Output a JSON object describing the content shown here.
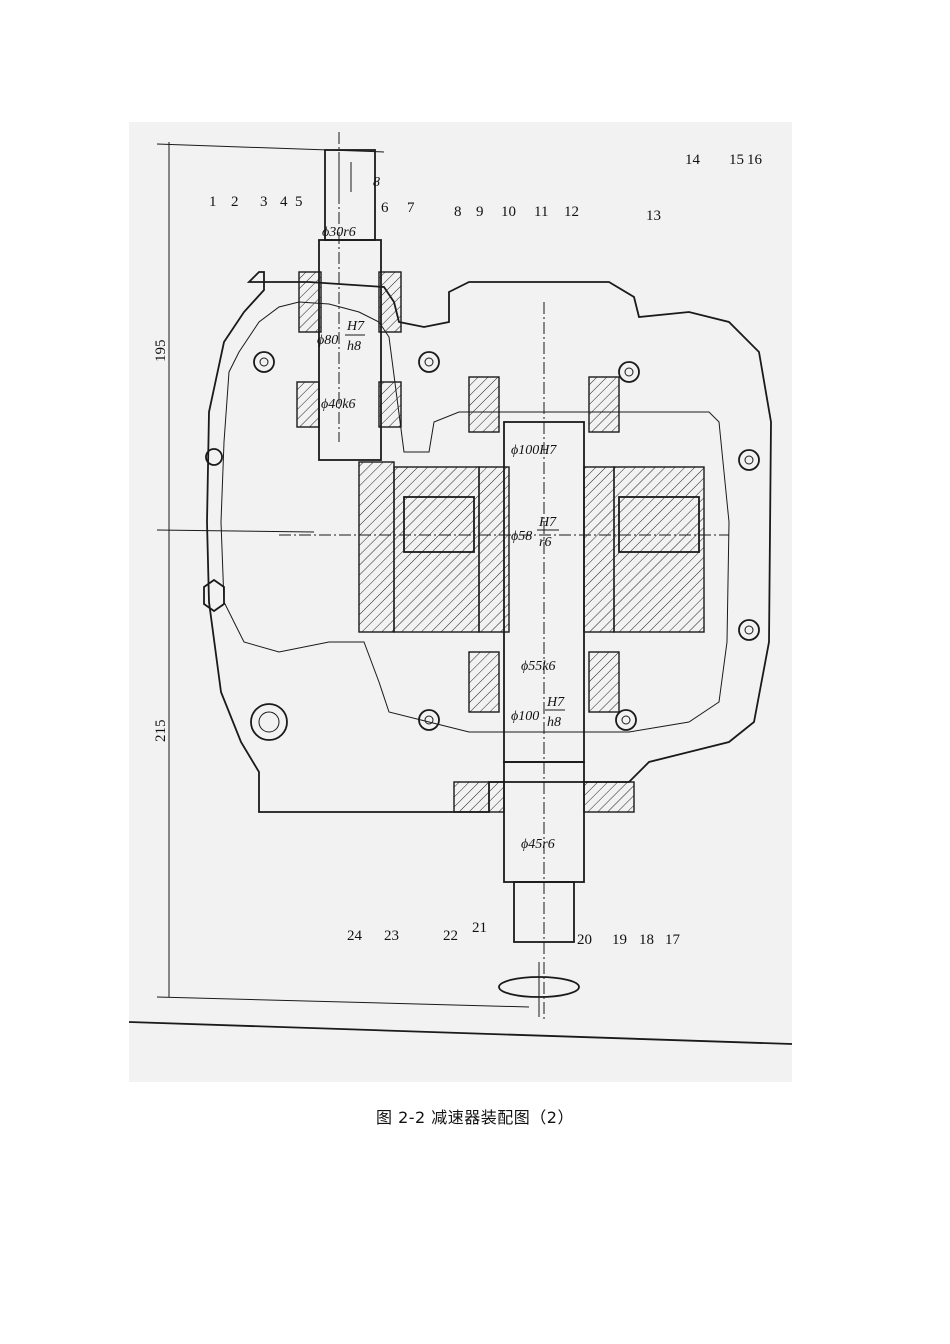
{
  "figure": {
    "part_numbers_top": [
      "1",
      "2",
      "3",
      "4",
      "5",
      "6",
      "7",
      "8",
      "9",
      "10",
      "11",
      "12",
      "13"
    ],
    "part_numbers_topright": [
      "14",
      "15",
      "16"
    ],
    "part_numbers_bottom": [
      "24",
      "23",
      "22",
      "21",
      "20",
      "19",
      "18",
      "17"
    ],
    "dimensions": {
      "d1": "ϕ30r6",
      "d2_left": "ϕ80",
      "d2_num": "H7",
      "d2_den": "h8",
      "d3": "ϕ40k6",
      "d4": "ϕ100H7",
      "d5_left": "ϕ58",
      "d5_num": "H7",
      "d5_den": "r6",
      "d6": "ϕ55k6",
      "d7_left": "ϕ100",
      "d7_num": "H7",
      "d7_den": "h8",
      "d8": "ϕ45r6",
      "h_upper": "195",
      "h_lower": "215",
      "key": "8"
    }
  },
  "caption": "图 2-2 减速器装配图（2）"
}
